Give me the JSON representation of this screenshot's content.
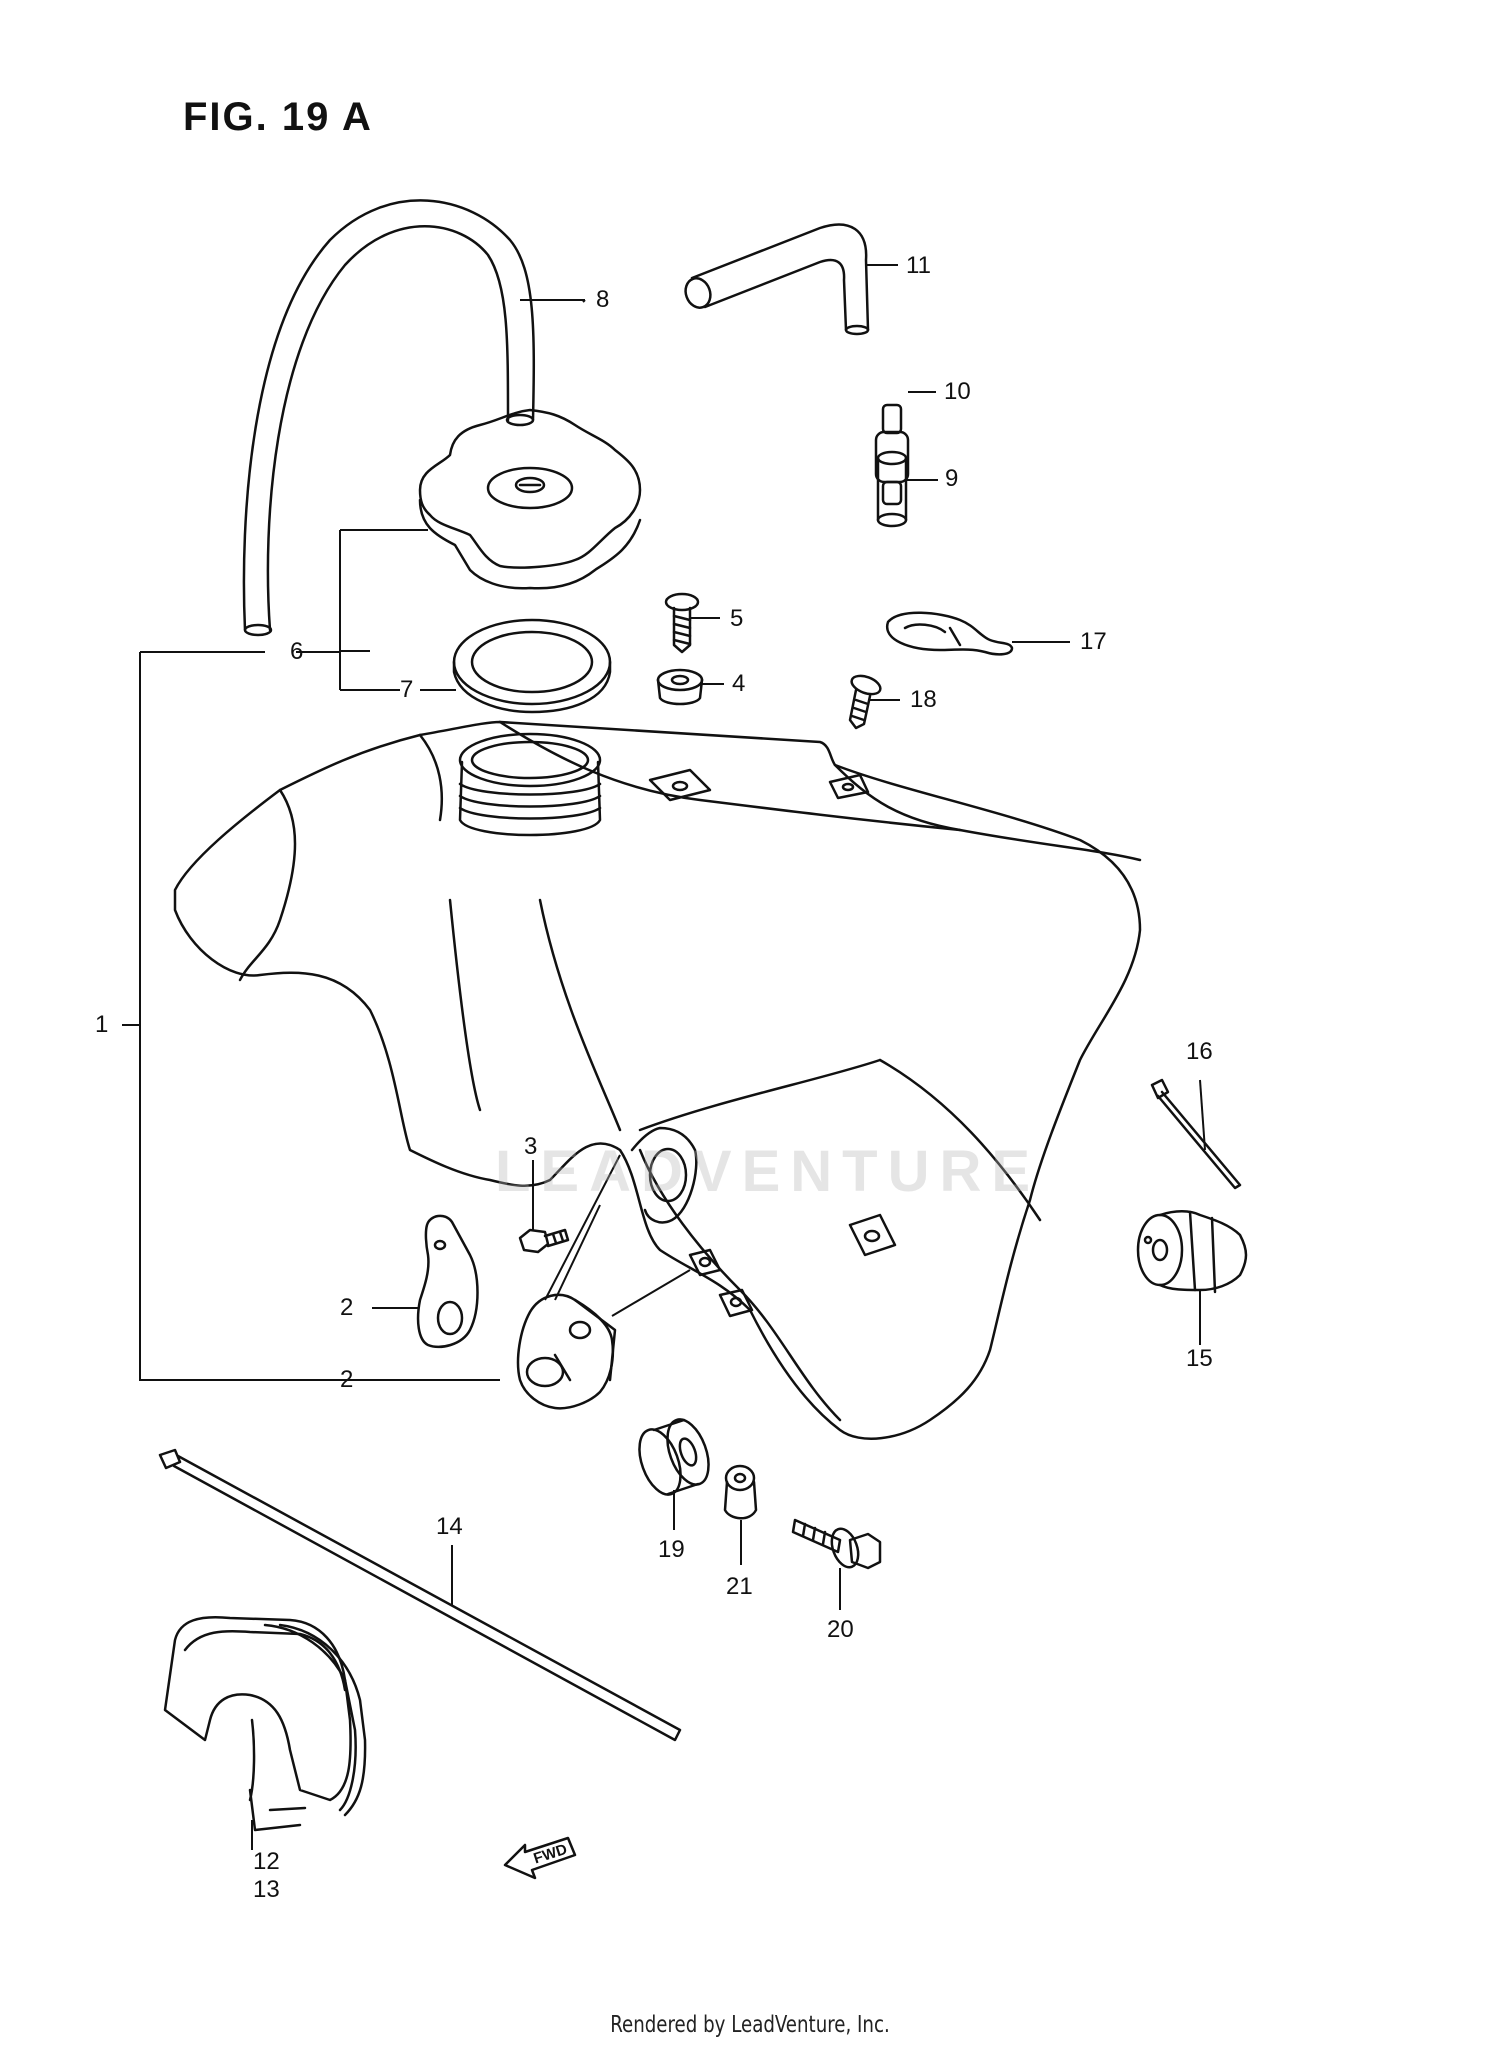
{
  "figure": {
    "title": "FIG. 19 A"
  },
  "watermark": {
    "text": "LEADVENTURE"
  },
  "fwd_arrow": {
    "label": "FWD"
  },
  "footer": {
    "credit": "Rendered by LeadVenture, Inc."
  },
  "callouts": [
    {
      "id": "1",
      "label": "1"
    },
    {
      "id": "2a",
      "label": "2"
    },
    {
      "id": "2b",
      "label": "2"
    },
    {
      "id": "3",
      "label": "3"
    },
    {
      "id": "4",
      "label": "4"
    },
    {
      "id": "5",
      "label": "5"
    },
    {
      "id": "6",
      "label": "6"
    },
    {
      "id": "7",
      "label": "7"
    },
    {
      "id": "8",
      "label": "8"
    },
    {
      "id": "9",
      "label": "9"
    },
    {
      "id": "10",
      "label": "10"
    },
    {
      "id": "11",
      "label": "11"
    },
    {
      "id": "12",
      "label": "12"
    },
    {
      "id": "13",
      "label": "13"
    },
    {
      "id": "14",
      "label": "14"
    },
    {
      "id": "15",
      "label": "15"
    },
    {
      "id": "16",
      "label": "16"
    },
    {
      "id": "17",
      "label": "17"
    },
    {
      "id": "18",
      "label": "18"
    },
    {
      "id": "19",
      "label": "19"
    },
    {
      "id": "20",
      "label": "20"
    },
    {
      "id": "21",
      "label": "21"
    }
  ],
  "colors": {
    "ink": "#111111",
    "watermark": "#bdbdbd",
    "background": "#ffffff"
  }
}
